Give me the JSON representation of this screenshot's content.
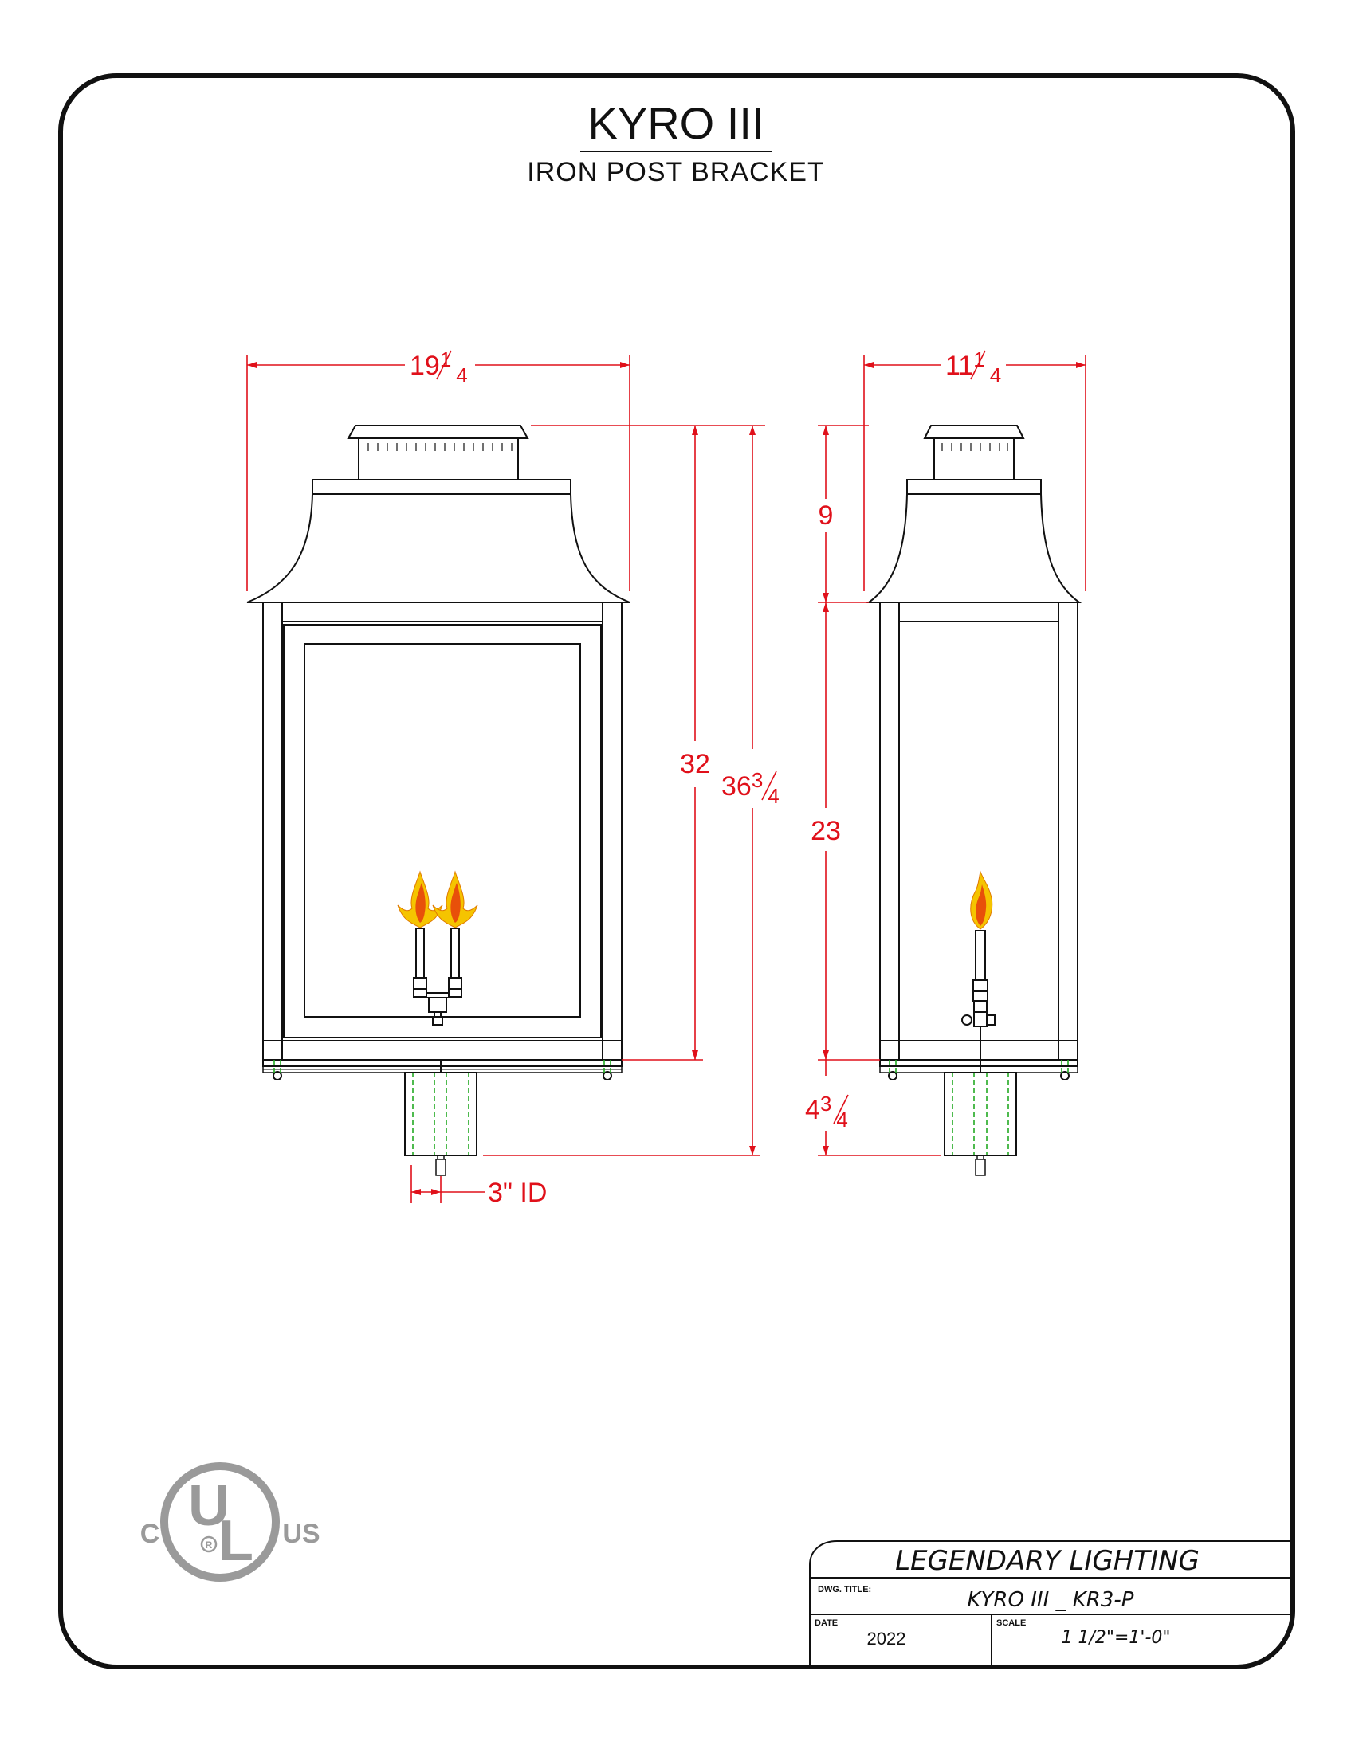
{
  "header": {
    "title": "KYRO III",
    "subtitle": "IRON POST BRACKET"
  },
  "dimensions": {
    "front_width": {
      "whole": "19",
      "num": "1",
      "den": "4"
    },
    "side_width": {
      "whole": "11",
      "num": "1",
      "den": "4"
    },
    "body_height": "32",
    "overall_height": {
      "whole": "36",
      "num": "3",
      "den": "4"
    },
    "top_height": "9",
    "middle_height": "23",
    "bottom_height": {
      "whole": "4",
      "num": "3",
      "den": "4"
    },
    "post_id": "3\" ID"
  },
  "logo": {
    "mark": "UL",
    "left": "C",
    "right": "US",
    "registered": "R"
  },
  "title_block": {
    "company": "LEGENDARY LIGHTING",
    "dwg_title_label": "DWG. TITLE:",
    "dwg_title": "KYRO III _ KR3-P",
    "date_label": "DATE",
    "date": "2022",
    "scale_label": "SCALE",
    "scale": "1 1/2\"=1'-0\""
  },
  "colors": {
    "line": "#111111",
    "dimension": "#e0101a",
    "hidden": "#22aa22",
    "logo": "#9a9a9a",
    "flame_outer": "#f5c400",
    "flame_inner": "#e8500a"
  }
}
